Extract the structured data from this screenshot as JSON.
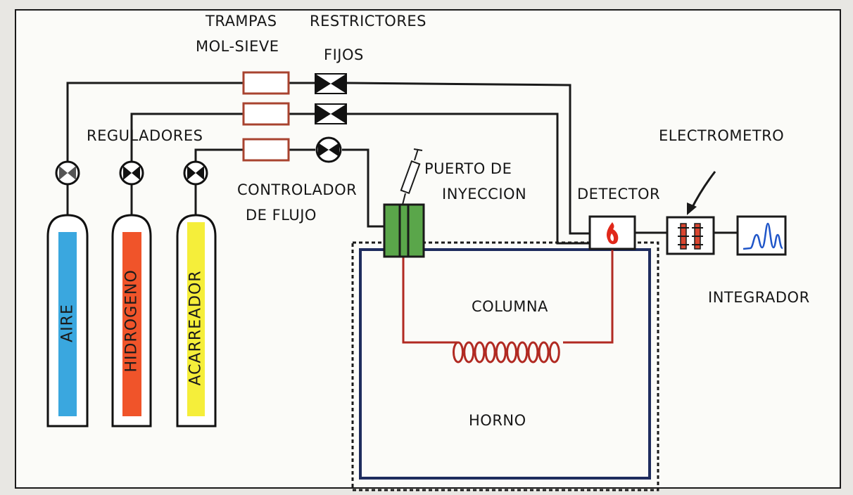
{
  "labels": {
    "trampas": "TRAMPAS",
    "mol_sieve": "MOL-SIEVE",
    "restrictores": "RESTRICTORES",
    "fijos": "FIJOS",
    "reguladores": "REGULADORES",
    "controlador": "CONTROLADOR",
    "de_flujo": "DE FLUJO",
    "puerto_de": "PUERTO DE",
    "inyeccion": "INYECCION",
    "detector": "DETECTOR",
    "electrometro": "ELECTROMETRO",
    "integrador": "INTEGRADOR",
    "columna": "COLUMNA",
    "horno": "HORNO"
  },
  "tanks": [
    {
      "label": "AIRE",
      "color": "#3aa7df"
    },
    {
      "label": "HIDROGENO",
      "color": "#f0542a"
    },
    {
      "label": "ACARREADOR",
      "color": "#f5ee3a"
    }
  ],
  "colors": {
    "background": "#e8e7e3",
    "panel": "#fbfbf8",
    "line": "#1a1a1a",
    "trap": "#a8432f",
    "column": "#b12a22",
    "injector": "#5aa64a",
    "flame": "#e0281a",
    "signal": "#1f55c8"
  }
}
